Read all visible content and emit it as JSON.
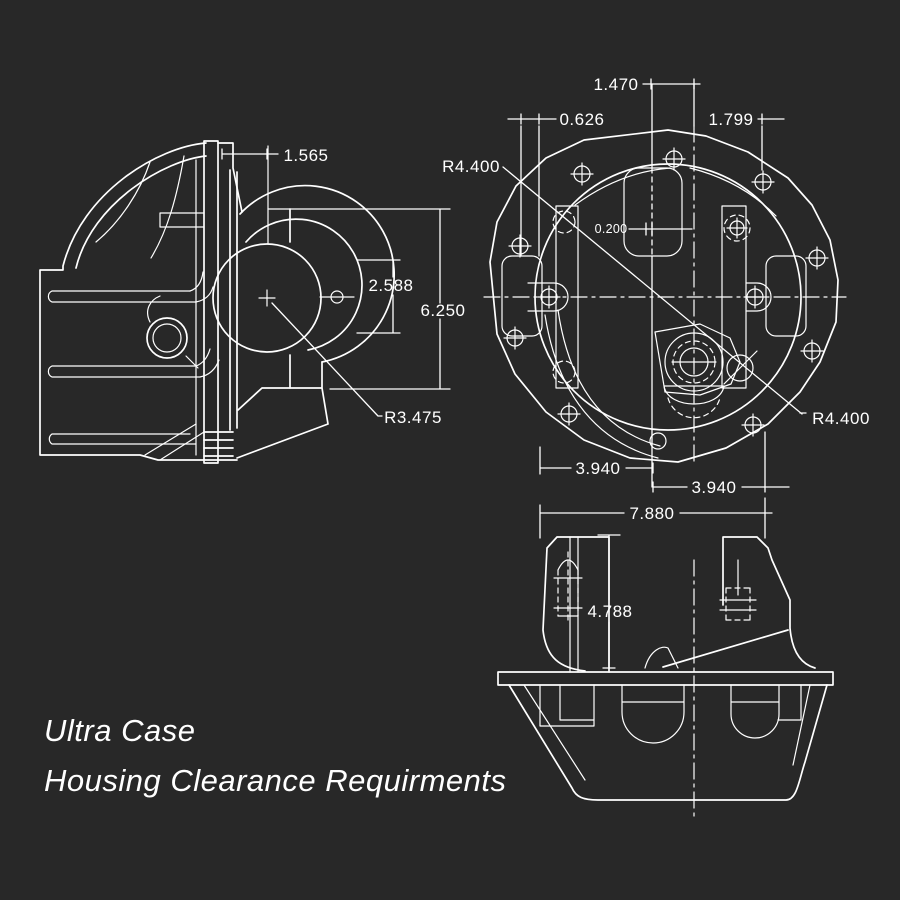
{
  "colors": {
    "background": "#282828",
    "line": "#ffffff",
    "centerline_gray": "#909090"
  },
  "title": {
    "line1": "Ultra Case",
    "line2": "Housing Clearance Requirments"
  },
  "side_view": {
    "dims": {
      "flange_offset": "1.565",
      "bore_height": "2.588",
      "overall_height": "6.250",
      "bell_radius": "R3.475"
    }
  },
  "front_view": {
    "dims": {
      "pinion_offset": "1.470",
      "rib_width": "0.626",
      "boss_offset": "1.799",
      "clearance_radius_upper": "R4.400",
      "clearance_radius_lower": "R4.400",
      "slot_offset": "0.200",
      "left_half_width": "3.940",
      "right_half_width": "3.940"
    }
  },
  "bottom_view": {
    "dims": {
      "overall_width": "7.880",
      "housing_height": "4.788"
    }
  }
}
